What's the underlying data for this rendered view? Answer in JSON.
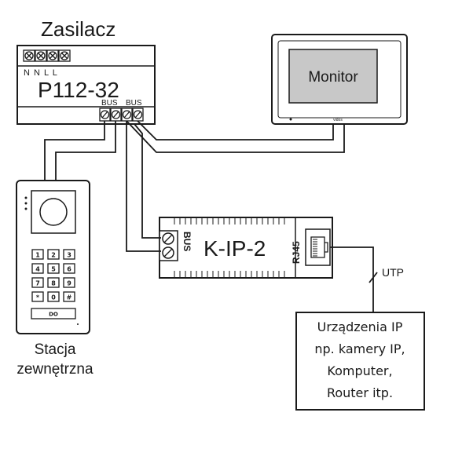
{
  "power_supply": {
    "title": "Zasilacz",
    "model": "P112-32",
    "terminal_letters": "N N L L",
    "bus_label_1": "BUS",
    "bus_label_2": "BUS"
  },
  "monitor": {
    "label": "Monitor",
    "brand_mark": "vidos"
  },
  "module": {
    "name": "K-IP-2",
    "bus_label": "BUS",
    "port_label": "RJ45"
  },
  "cable": {
    "label": "UTP"
  },
  "door_station": {
    "label_line1": "Stacja",
    "label_line2": "zewnętrzna",
    "keys": [
      "1",
      "2",
      "3",
      "4",
      "5",
      "6",
      "7",
      "8",
      "9",
      "*",
      "0",
      "#"
    ],
    "card_label": "DO"
  },
  "ip_devices": {
    "line1": "Urządzenia IP",
    "line2": "np. kamery IP,",
    "line3": "Komputer,",
    "line4": "Router itp."
  },
  "colors": {
    "line": "#1a1a1a",
    "monitor_screen": "#c8c8c8",
    "background": "#ffffff"
  }
}
